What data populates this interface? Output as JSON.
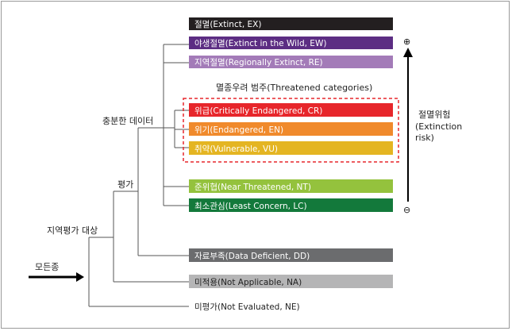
{
  "categories": {
    "ex": {
      "label": "절멸(Extinct, EX)",
      "color": "#231f20"
    },
    "ew": {
      "label": "야생절멸(Extinct in the Wild, EW)",
      "color": "#5c2d83"
    },
    "re": {
      "label": "지역절멸(Regionally Extinct, RE)",
      "color": "#a37bb8"
    },
    "cr": {
      "label": "위급(Critically Endangered, CR)",
      "color": "#e7262b"
    },
    "en": {
      "label": "위기(Endangered, EN)",
      "color": "#f08a2c"
    },
    "vu": {
      "label": "취약(Vulnerable, VU)",
      "color": "#e4b522"
    },
    "nt": {
      "label": "준위협(Near Threatened, NT)",
      "color": "#94c23d"
    },
    "lc": {
      "label": "최소관심(Least Concern, LC)",
      "color": "#13793b"
    },
    "dd": {
      "label": "자료부족(Data Deficient, DD)",
      "color": "#6b6c6e"
    },
    "na": {
      "label": "미적용(Not Applicable, NA)",
      "color": "#b5b5b6"
    },
    "ne": {
      "label": "미평가(Not Evaluated, NE)",
      "color": ""
    }
  },
  "labels": {
    "threatened": "멸종우려 범주(Threatened categories)",
    "adequate_data": "충분한 데이터",
    "evaluated": "평가",
    "regional_target": "지역평가 대상",
    "all_species": "모든종",
    "risk_ko": "절멸위험",
    "risk_en_1": "(Extinction",
    "risk_en_2": "risk)",
    "plus": "⊕",
    "minus": "⊖"
  },
  "colors": {
    "threatened_border": "#e7262b",
    "line": "#555555",
    "arrow": "#000000"
  }
}
